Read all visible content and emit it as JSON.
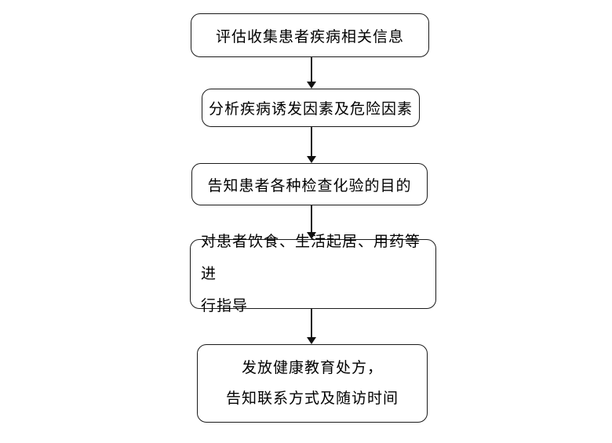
{
  "flowchart": {
    "description": "Patient health-education workflow flowchart",
    "colors": {
      "background": "#ffffff",
      "node_border": "#1a1a1a",
      "text": "#000000",
      "arrow": "#222222"
    },
    "nodes": [
      {
        "id": "step-1",
        "lines": [
          "评估收集患者疾病相关信息"
        ]
      },
      {
        "id": "step-2",
        "lines": [
          "分析疾病诱发因素及危险因素"
        ]
      },
      {
        "id": "step-3",
        "lines": [
          "告知患者各种检查化验的目的"
        ]
      },
      {
        "id": "step-4",
        "lines": [
          "对患者饮食、生活起居、用药等进",
          "行指导"
        ]
      },
      {
        "id": "step-5",
        "lines": [
          "发放健康教育处方，",
          "告知联系方式及随访时间"
        ]
      }
    ],
    "connections": [
      {
        "from": "step-1",
        "to": "step-2"
      },
      {
        "from": "step-2",
        "to": "step-3"
      },
      {
        "from": "step-3",
        "to": "step-4"
      },
      {
        "from": "step-4",
        "to": "step-5"
      }
    ]
  }
}
